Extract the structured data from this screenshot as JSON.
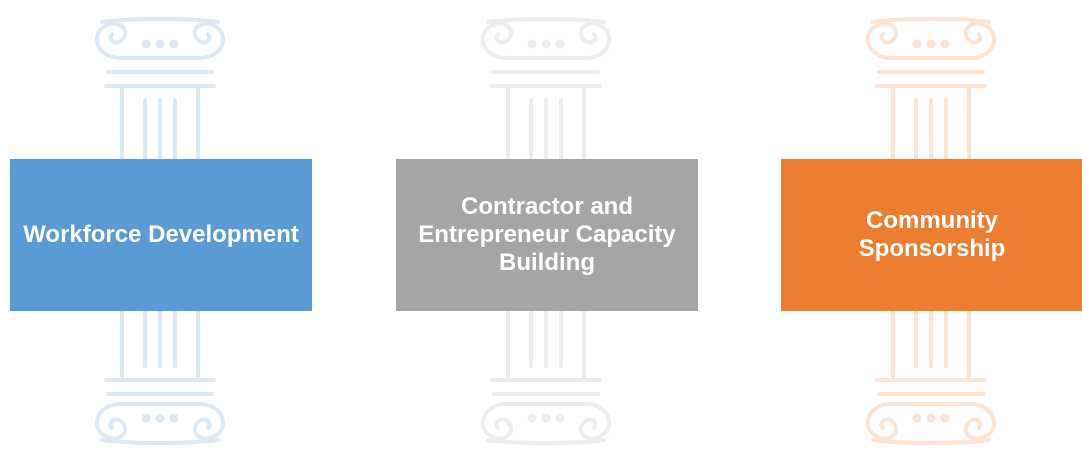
{
  "pillars": [
    {
      "label": "Workforce Development",
      "box_color": "#5b9bd5",
      "column_color": "#dce8f4",
      "column_icon": "ionic-column-icon"
    },
    {
      "label": "Contractor and Entrepreneur Capacity Building",
      "box_color": "#a5a5a5",
      "column_color": "#ececec",
      "column_icon": "ionic-column-icon"
    },
    {
      "label": "Community Sponsorship",
      "box_color": "#ed7d31",
      "column_color": "#fbe4d4",
      "column_icon": "ionic-column-icon"
    }
  ]
}
